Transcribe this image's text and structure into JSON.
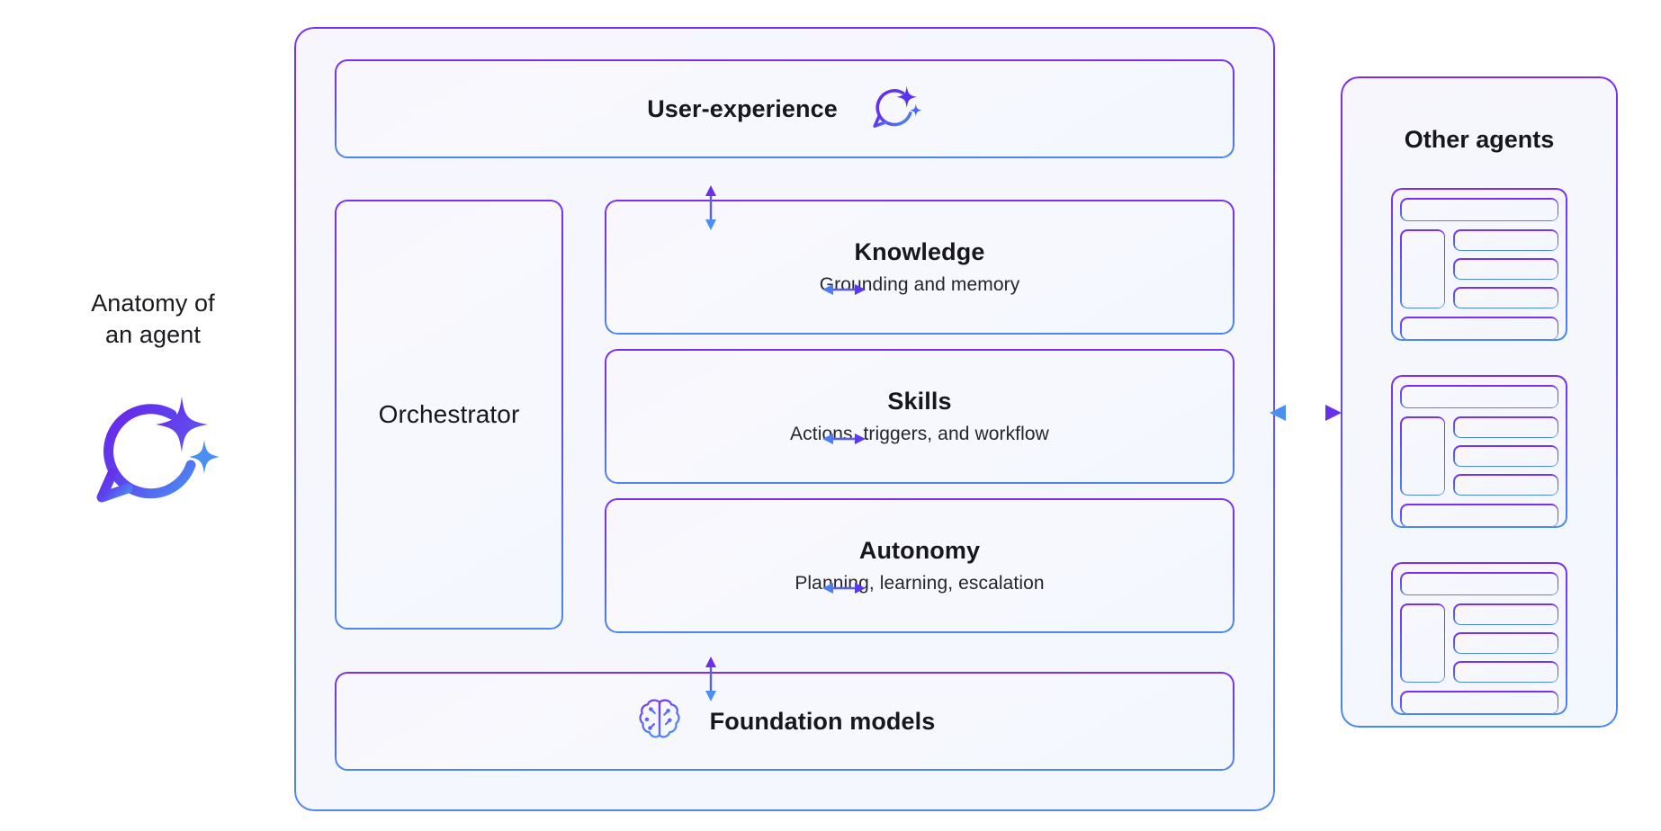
{
  "left_caption": {
    "title_line1": "Anatomy of",
    "title_line2": "an agent",
    "icon": "copilot-sparkle-icon"
  },
  "agent": {
    "user_experience": {
      "title": "User-experience",
      "icon": "copilot-sparkle-icon"
    },
    "orchestrator": {
      "title": "Orchestrator"
    },
    "capabilities": [
      {
        "title": "Knowledge",
        "subtitle": "Grounding and memory"
      },
      {
        "title": "Skills",
        "subtitle": "Actions, triggers, and workflow"
      },
      {
        "title": "Autonomy",
        "subtitle": "Planning, learning, escalation"
      }
    ],
    "foundation": {
      "title": "Foundation models",
      "icon": "brain-circuit-icon"
    }
  },
  "other_agents": {
    "title": "Other agents",
    "cards": [
      {
        "label": "agent-card-placeholder"
      },
      {
        "label": "agent-card-placeholder"
      },
      {
        "label": "agent-card-placeholder"
      }
    ]
  },
  "connectors": [
    {
      "name": "user-experience-to-orchestrator",
      "style": "solid",
      "direction": "bidirectional",
      "orientation": "vertical"
    },
    {
      "name": "orchestrator-to-knowledge",
      "style": "solid",
      "direction": "bidirectional",
      "orientation": "horizontal"
    },
    {
      "name": "orchestrator-to-skills",
      "style": "solid",
      "direction": "bidirectional",
      "orientation": "horizontal"
    },
    {
      "name": "orchestrator-to-autonomy",
      "style": "solid",
      "direction": "bidirectional",
      "orientation": "horizontal"
    },
    {
      "name": "orchestrator-to-foundation",
      "style": "solid",
      "direction": "bidirectional",
      "orientation": "vertical"
    },
    {
      "name": "agent-to-other-agents",
      "style": "dotted",
      "direction": "bidirectional",
      "orientation": "horizontal"
    }
  ],
  "colors": {
    "purple": "#7b2ff0",
    "violet": "#6446f0",
    "blue": "#4c89ec",
    "light_blue": "#4a90f2",
    "panel_background": "#f6f7fd",
    "page_background": "#ffffff",
    "text": "#16161c"
  }
}
